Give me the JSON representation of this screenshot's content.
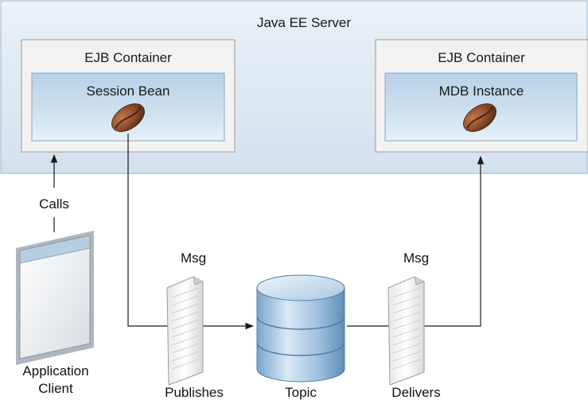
{
  "server": {
    "title": "Java EE Server"
  },
  "containers": [
    {
      "title": "EJB Container",
      "bean": "Session Bean"
    },
    {
      "title": "EJB Container",
      "bean": "MDB Instance"
    }
  ],
  "labels": {
    "calls": "Calls",
    "app_client_line1": "Application",
    "app_client_line2": "Client",
    "msg_left": "Msg",
    "msg_right": "Msg",
    "publishes": "Publishes",
    "topic": "Topic",
    "delivers": "Delivers"
  },
  "icons": {
    "bean": "coffee-bean-icon",
    "message": "message-document-icon",
    "topic": "database-cylinder-icon",
    "client": "application-window-icon"
  },
  "colors": {
    "server_fill": "#dde8f1",
    "container_fill": "#f1f1f1",
    "bean_box_fill": "#c7dcee",
    "arrow": "#1a1a1a",
    "coffee": "#8a4a28"
  }
}
